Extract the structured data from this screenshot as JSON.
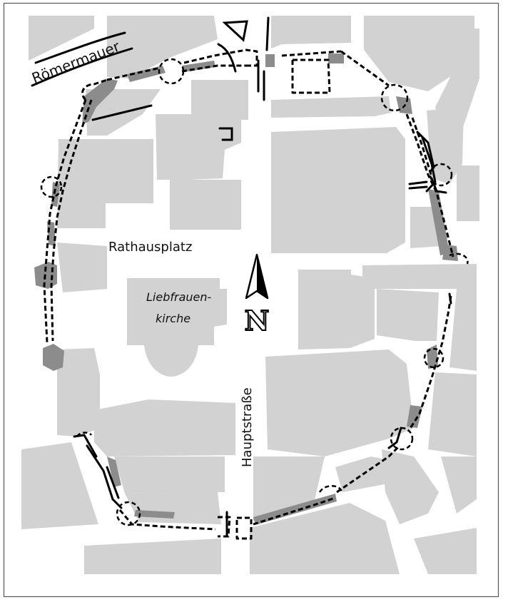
{
  "labels": {
    "roman_wall": "Römermauer",
    "town_hall_square": "Rathausplatz",
    "church_line1": "Liebfrauen-",
    "church_line2": "kirche",
    "main_street": "Hauptstraße",
    "north": "N"
  },
  "colors": {
    "background": "#ffffff",
    "building": "#d2d2d2",
    "wall_remains": "#8c8c8c",
    "wall_line": "#000000",
    "frame": "#555555"
  }
}
